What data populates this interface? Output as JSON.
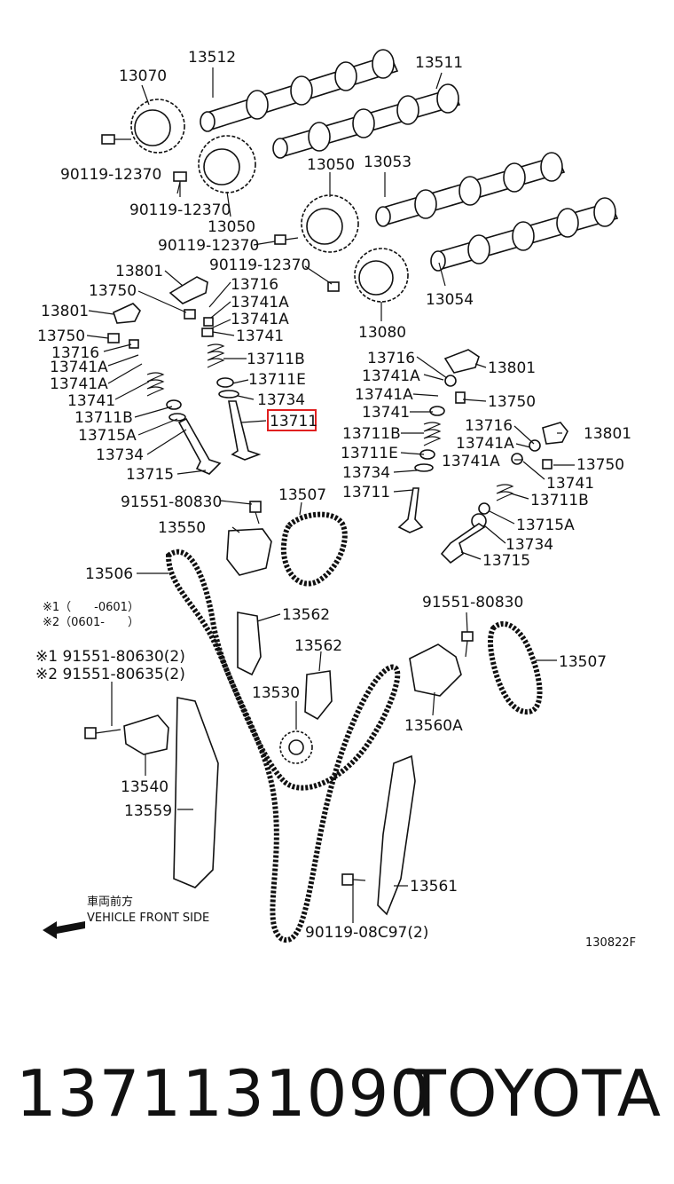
{
  "diagram": {
    "labels": {
      "l13070": "13070",
      "l13512": "13512",
      "l13511": "13511",
      "l90119a": "90119-12370",
      "l90119b": "90119-12370",
      "l90119c": "90119-12370",
      "l90119d": "90119-12370",
      "l13050a": "13050",
      "l13050b": "13050",
      "l13053": "13053",
      "l13054": "13054",
      "l13080": "13080",
      "l13801a": "13801",
      "l13750a": "13750",
      "l13716a": "13716",
      "l13741Aa": "13741A",
      "l13741Ab": "13741A",
      "l13741a": "13741",
      "l13801b": "13801",
      "l13750b": "13750",
      "l13716b": "13716",
      "l13741Ac": "13741A",
      "l13741Ad": "13741A",
      "l13741b": "13741",
      "l13711Ba": "13711B",
      "l13711Ea": "13711E",
      "l13734a": "13734",
      "l13711hl": "13711",
      "l13711Bb": "13711B",
      "l13715Aa": "13715A",
      "l13734b": "13734",
      "l13715a": "13715",
      "r13716a": "13716",
      "r13741Aa": "13741A",
      "r13801a": "13801",
      "r13741Ab": "13741A",
      "r13750a": "13750",
      "r13741a": "13741",
      "r13711B": "13711B",
      "r13711E": "13711E",
      "r13734": "13734",
      "r13711": "13711",
      "r13716b": "13716",
      "r13801b": "13801",
      "r13741Ac": "13741A",
      "r13741Ad": "13741A",
      "r13750b": "13750",
      "r13741b": "13741",
      "r13711Bb": "13711B",
      "r13715A": "13715A",
      "r13734b": "13734",
      "r13715": "13715",
      "l91551a": "91551-80830",
      "l13507a": "13507",
      "l13550": "13550",
      "l13506": "13506",
      "l91551b": "91551-80830",
      "l13562a": "13562",
      "l13562b": "13562",
      "l13507b": "13507",
      "note1": "※1（　　-0601）",
      "note2": "※2（0601-　　）",
      "note3": "※1  91551-80630(2)",
      "note4": "※2  91551-80635(2)",
      "l13530": "13530",
      "l13560A": "13560A",
      "l13540": "13540",
      "l13559": "13559",
      "l13561": "13561",
      "l90119e": "90119-08C97(2)",
      "front_jp": "車両前方",
      "front_en": "VEHICLE FRONT SIDE",
      "figure_code": "130822F"
    }
  },
  "footer": {
    "part_number": "1371131090",
    "brand": "TOYOTA"
  },
  "colors": {
    "highlight": "#e02020",
    "ink": "#111111"
  }
}
